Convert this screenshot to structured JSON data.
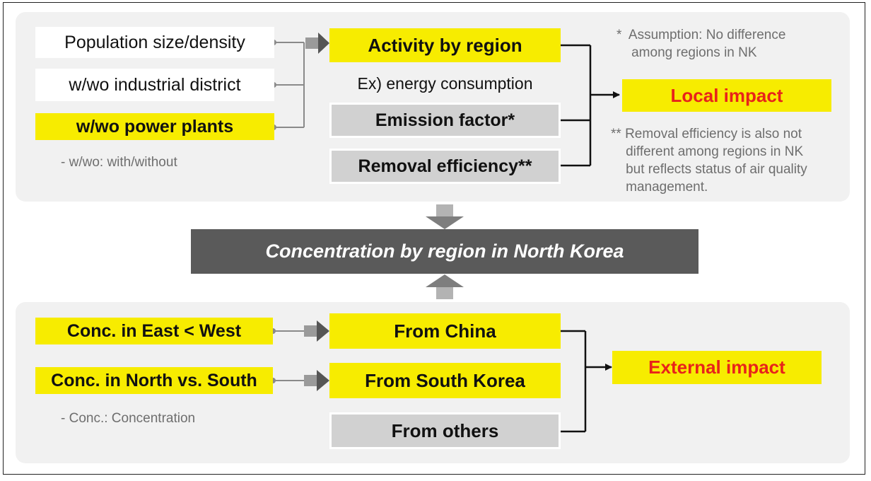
{
  "top": {
    "factors": [
      {
        "label": "Population size/density",
        "style": "white"
      },
      {
        "label": "w/wo industrial district",
        "style": "white"
      },
      {
        "label": "w/wo power plants",
        "style": "yellow"
      }
    ],
    "abbrev_note": "- w/wo: with/without",
    "activity": "Activity by region",
    "example": "Ex) energy consumption",
    "emission_factor": "Emission factor*",
    "removal_efficiency": "Removal efficiency**",
    "impact": "Local impact",
    "note1": "*  Assumption: No difference\n    among regions in NK",
    "note2": "** Removal efficiency is also not\n    different among regions in NK\n    but reflects status of air quality\n    management."
  },
  "center": {
    "title": "Concentration by region in North Korea"
  },
  "bottom": {
    "factors": [
      {
        "label": "Conc. in East < West"
      },
      {
        "label": "Conc. in North vs. South"
      }
    ],
    "abbrev_note": "- Conc.: Concentration",
    "sources": [
      {
        "label": "From China",
        "style": "yellow"
      },
      {
        "label": "From South Korea",
        "style": "yellow"
      },
      {
        "label": "From others",
        "style": "gray"
      }
    ],
    "impact": "External impact"
  },
  "colors": {
    "highlight_yellow": "#f7ec00",
    "impact_red": "#e8231a",
    "panel_gray": "#f1f1f1",
    "box_gray": "#d1d1d1",
    "title_bar": "#5a5a5a",
    "connector": "#8a8a8a"
  }
}
